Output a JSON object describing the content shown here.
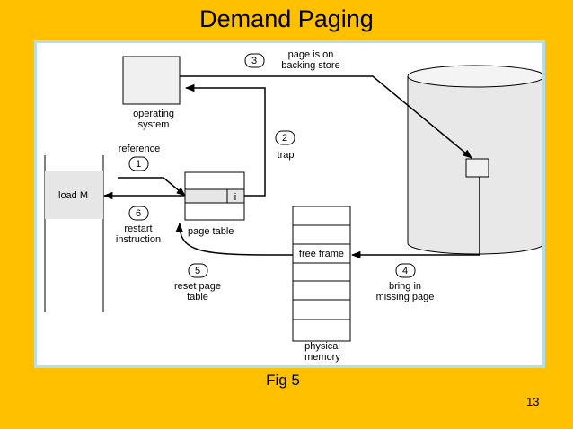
{
  "slide": {
    "title": "Demand Paging",
    "caption": "Fig 5",
    "page_number": "13"
  },
  "diagram": {
    "os_box": {
      "line1": "operating",
      "line2": "system"
    },
    "steps": [
      {
        "num": "1",
        "lines": [
          "reference"
        ]
      },
      {
        "num": "2",
        "lines": [
          "trap"
        ]
      },
      {
        "num": "3",
        "lines": [
          "page is on",
          "backing store"
        ]
      },
      {
        "num": "4",
        "lines": [
          "bring in",
          "missing page"
        ]
      },
      {
        "num": "5",
        "lines": [
          "reset page",
          "table"
        ]
      },
      {
        "num": "6",
        "lines": [
          "restart",
          "instruction"
        ]
      }
    ],
    "program_instruction": "load M",
    "page_table": {
      "invalid_bit": "i",
      "label": "page table"
    },
    "physical_memory": {
      "free_frame": "free frame",
      "line1": "physical",
      "line2": "memory"
    }
  }
}
